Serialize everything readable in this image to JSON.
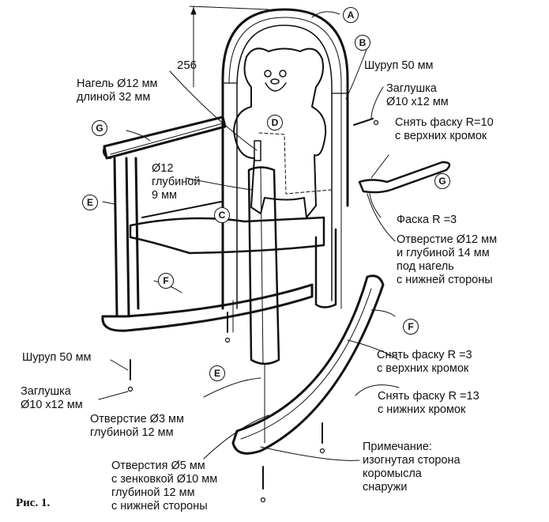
{
  "figure": {
    "caption": "Рис. 1.",
    "dimension_height": "256",
    "colors": {
      "ink": "#111111",
      "paper": "#ffffff"
    }
  },
  "parts": {
    "A": "A",
    "B": "B",
    "C": "C",
    "D": "D",
    "E_left": "E",
    "E_front": "E",
    "F_left": "F",
    "F_right": "F",
    "G_left": "G",
    "G_right": "G"
  },
  "annotations": {
    "dowel": [
      "Нагель Ø12 мм",
      "длиной 32 мм"
    ],
    "hole_depth9": [
      "Ø12",
      "глубиной",
      "9 мм"
    ],
    "screw_top": "Шуруп 50 мм",
    "plug_top": [
      "Заглушка",
      "Ø10 x12 мм"
    ],
    "chamfer_r10": [
      "Снять фаску R=10",
      "с верхних кромок"
    ],
    "chamfer_r3_arm": "Фаска R =3",
    "hole_12_14": [
      "Отверстие Ø12 мм",
      "и глубиной 14 мм",
      "под нагель",
      "с нижней стороны"
    ],
    "chamfer_r3_rocker": [
      "Снять фаску R =3",
      "с верхних кромок"
    ],
    "chamfer_r13": [
      "Снять фаску R =13",
      "с нижних кромок"
    ],
    "screw_bottom": "Шуруп 50 мм",
    "plug_bottom": [
      "Заглушка",
      "Ø10 x12 мм"
    ],
    "hole_3": [
      "Отверстие Ø3 мм",
      "глубиной 12 мм"
    ],
    "holes_5": [
      "Отверстия  Ø5 мм",
      "с зенковкой Ø10 мм",
      "глубиной 12 мм",
      "с нижней стороны"
    ],
    "note": [
      "Примечание:",
      "изогнутая сторона",
      "коромысла",
      "снаружи"
    ]
  }
}
